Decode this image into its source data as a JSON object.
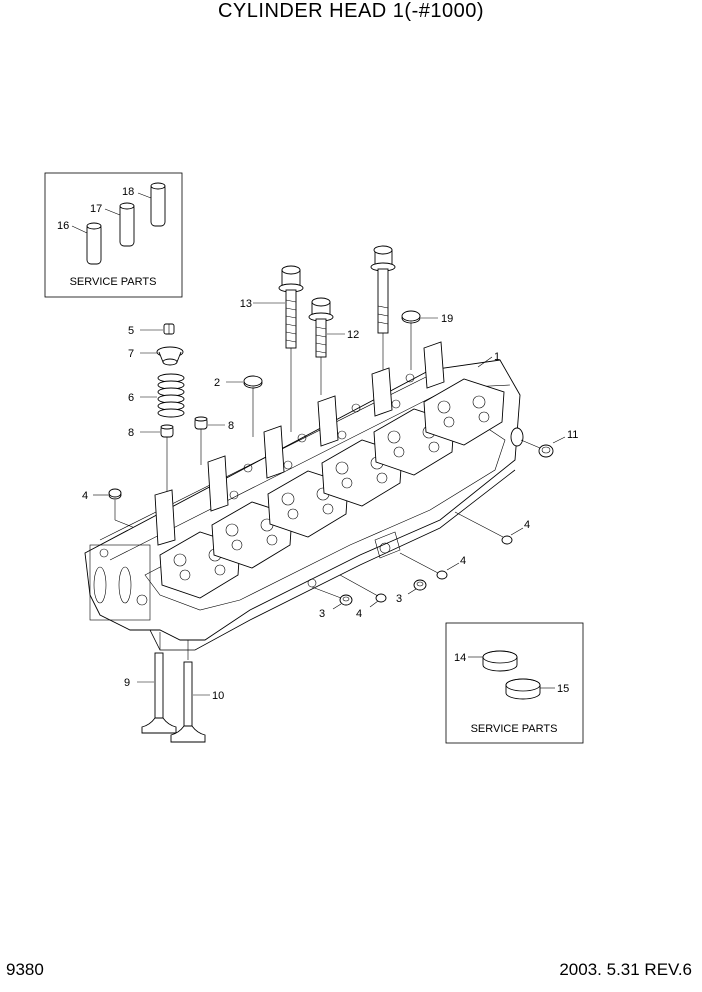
{
  "title": "CYLINDER HEAD 1(-#1000)",
  "page_number": "9380",
  "revision": "2003. 5.31  REV.6",
  "service_box_1": {
    "label": "SERVICE PARTS"
  },
  "service_box_2": {
    "label": "SERVICE PARTS"
  },
  "callouts": [
    "1",
    "2",
    "3",
    "3",
    "4",
    "4",
    "4",
    "4",
    "5",
    "6",
    "7",
    "8",
    "8",
    "9",
    "10",
    "11",
    "12",
    "13",
    "14",
    "15",
    "16",
    "17",
    "18",
    "19"
  ]
}
